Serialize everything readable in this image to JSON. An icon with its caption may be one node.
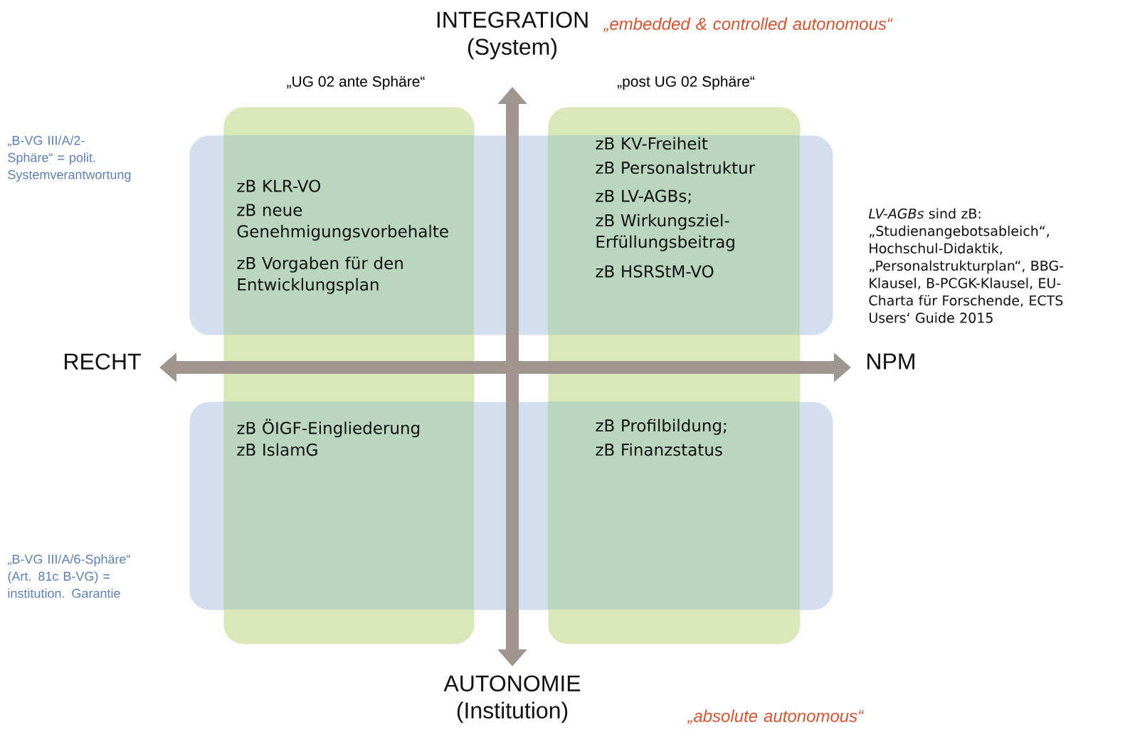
{
  "diagram": {
    "nodes": [
      {
        "text": [
          "„UG 02 ante Sphäre“"
        ]
      },
      {
        "text": [
          "„post UG 02 Sphäre“"
        ]
      },
      {
        "text": [
          "„B-VG III/A/2-Sphäre“ = polit. Systemverantwortung"
        ]
      },
      {
        "text": [
          "„B-VG III/A/6-Sphäre“ (Art. 81c B-VG) = institution. Garantie"
        ]
      }
    ],
    "labels": [
      "INTEGRATION (System)",
      "„embedded & controlled autonomous“",
      "zB KLR-VO",
      "zB neue Genehmigungsvorbehalte",
      "zB Vorgaben für den Entwicklungsplan",
      "zB KV-Freiheit",
      "zB Personalstruktur",
      "zB LV-AGBs;",
      "zB Wirkungsziel-Erfüllungsbeitrag",
      "zB HSRStM-VO",
      "*LV-AGBs* sind zB: „Studienangebotsableich“, Hochschul-Didaktik, „Personalstrukturplan“, BBG-Klausel, B-PCGK-Klausel, EU-Charta für Forschende, ECTS Users‘ Guide 2015",
      "RECHT",
      "NPM",
      "zB ÖIGF-Eingliederung",
      "zB IslamG",
      "zB Profilbildung;",
      "zB Finanzstatus",
      "AUTONOMIE (Institution)",
      "„absolute autonomous“"
    ]
  }
}
